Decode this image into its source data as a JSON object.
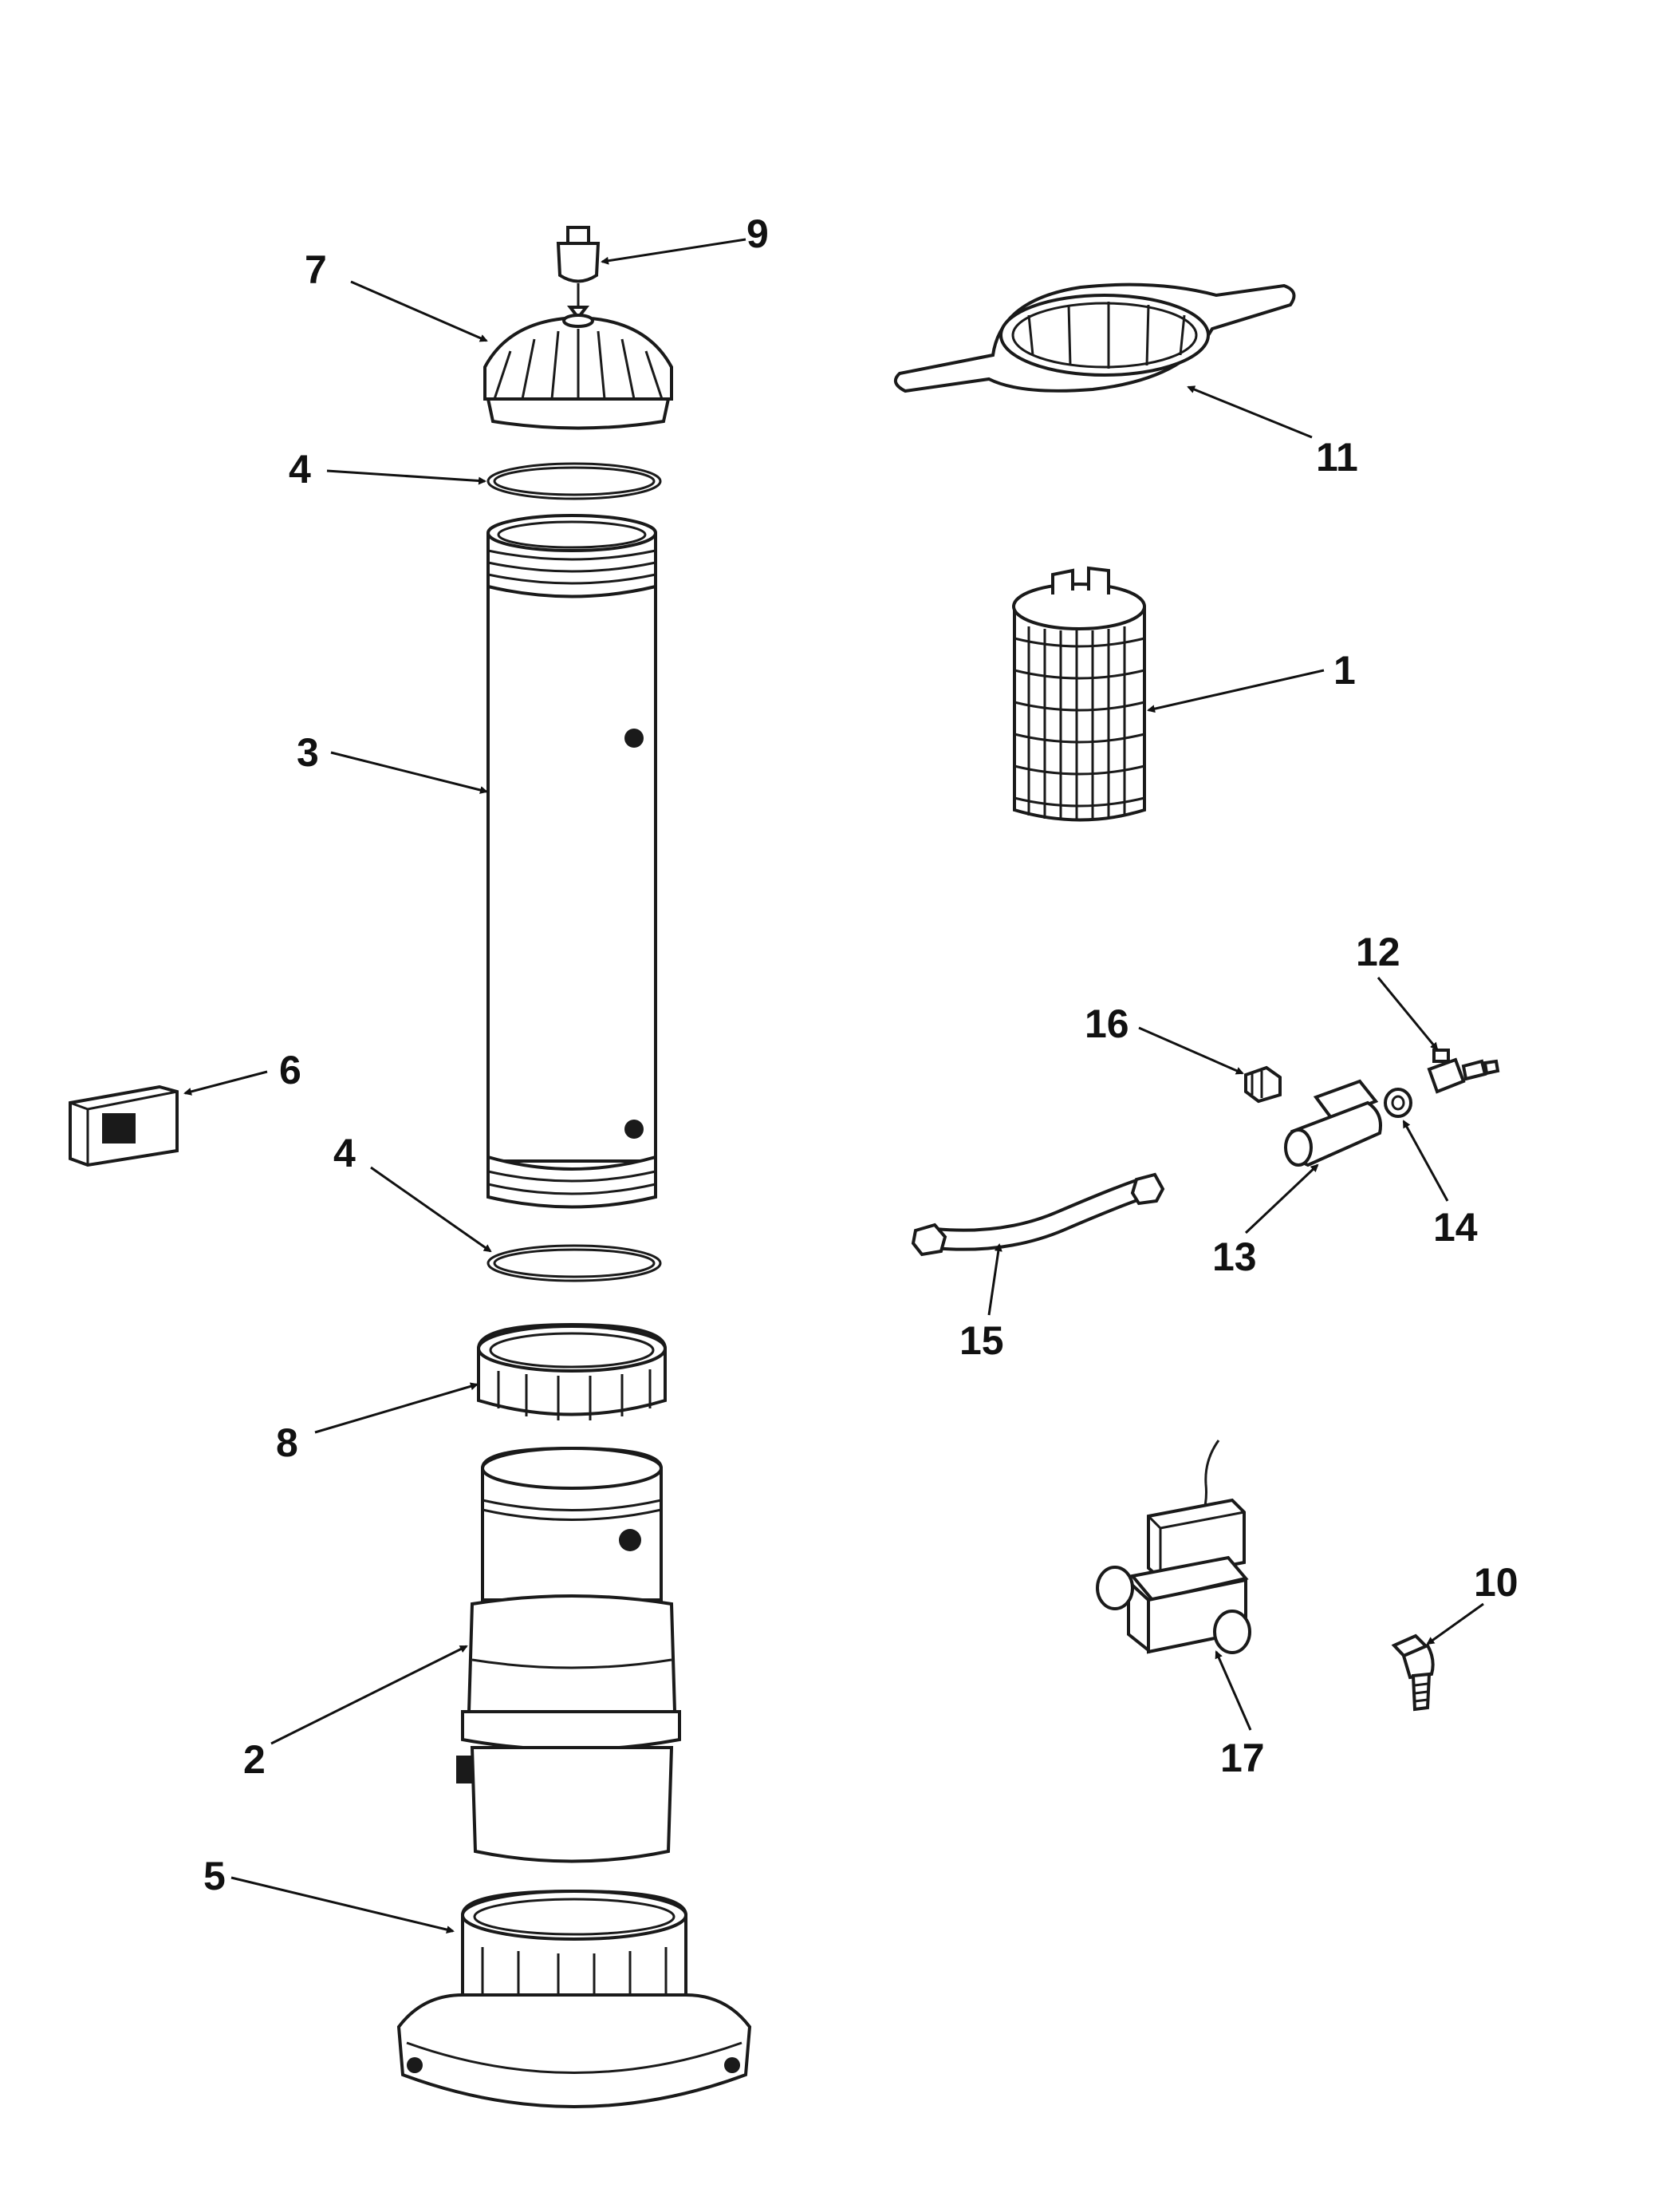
{
  "diagram": {
    "type": "exploded-parts-diagram",
    "colors": {
      "ink": "#1a1a1a",
      "background": "#ffffff"
    },
    "parts": [
      {
        "number": "1",
        "icon": "filter-cartridge-icon"
      },
      {
        "number": "2",
        "icon": "filter-housing-bottom-icon"
      },
      {
        "number": "3",
        "icon": "filter-tank-tube-icon"
      },
      {
        "number": "4",
        "icon": "o-ring-icon"
      },
      {
        "number": "4",
        "icon": "o-ring-icon"
      },
      {
        "number": "5",
        "icon": "filter-base-icon"
      },
      {
        "number": "6",
        "icon": "control-box-icon"
      },
      {
        "number": "7",
        "icon": "filter-lid-icon"
      },
      {
        "number": "8",
        "icon": "lock-ring-icon"
      },
      {
        "number": "9",
        "icon": "air-relief-valve-icon"
      },
      {
        "number": "10",
        "icon": "elbow-fitting-icon"
      },
      {
        "number": "11",
        "icon": "lid-wrench-icon"
      },
      {
        "number": "12",
        "icon": "drain-valve-icon"
      },
      {
        "number": "13",
        "icon": "tee-fitting-icon"
      },
      {
        "number": "14",
        "icon": "bushing-icon"
      },
      {
        "number": "15",
        "icon": "hose-icon"
      },
      {
        "number": "16",
        "icon": "plug-fitting-icon"
      },
      {
        "number": "17",
        "icon": "solenoid-valve-icon"
      }
    ]
  }
}
